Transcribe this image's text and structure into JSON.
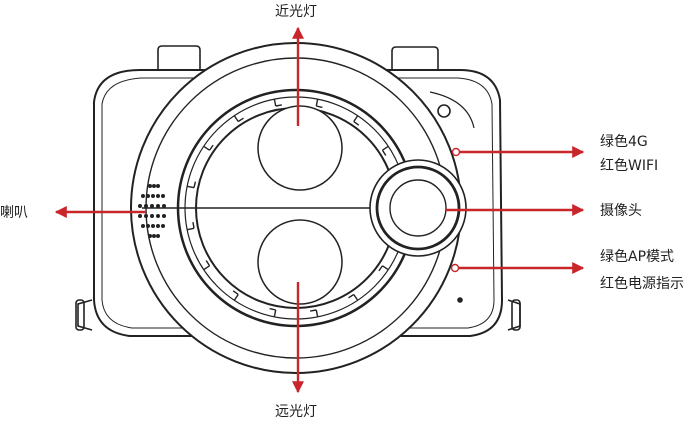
{
  "labels": {
    "top": "近光灯",
    "bottom": "远光灯",
    "speaker": "喇叭",
    "camera": "摄像头",
    "led_top_line1": "绿色4G",
    "led_top_line2": "红色WIFI",
    "led_bottom_line1": "绿色AP模式",
    "led_bottom_line2": "红色电源指示"
  },
  "colors": {
    "arrow": "#c8262b",
    "outline": "#222222"
  }
}
